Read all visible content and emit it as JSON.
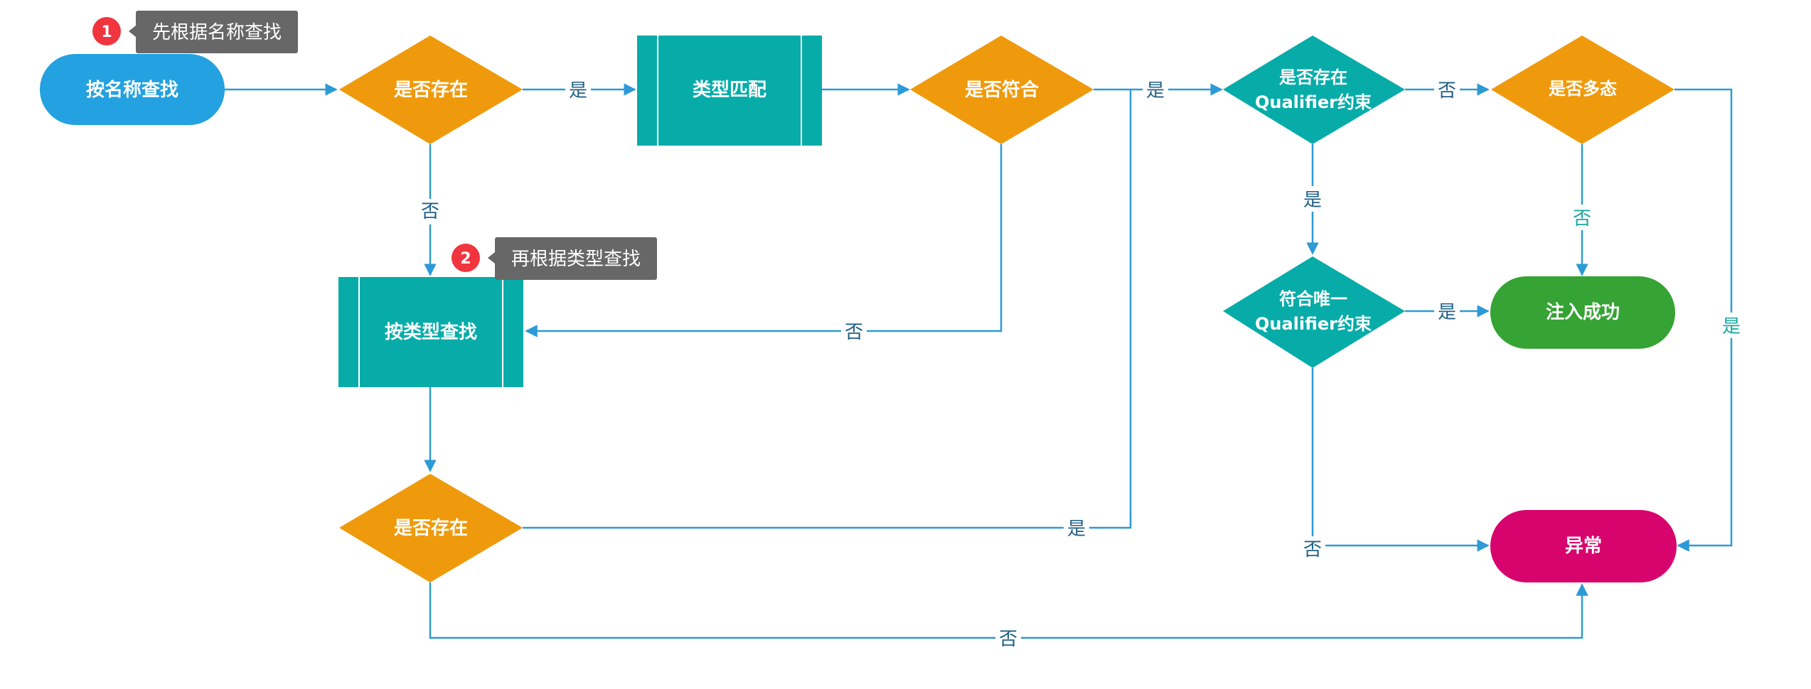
{
  "colors": {
    "blue_terminal": "#23a1e0",
    "orange_decision": "#ef9a0c",
    "teal": "#07aca9",
    "green_success": "#36a335",
    "magenta_error": "#d8046d",
    "edge": "#2c9ad6",
    "tooltip_bg": "#676767",
    "badge_red": "#f0353f"
  },
  "nodes": {
    "start": "按名称查找",
    "exists1": "是否存在",
    "type_match": "类型匹配",
    "matches": "是否符合",
    "has_qualifier_line1": "是否存在",
    "has_qualifier_line2": "Qualifier约束",
    "polymorphic": "是否多态",
    "find_by_type": "按类型查找",
    "unique_qualifier_line1": "符合唯一",
    "unique_qualifier_line2": "Qualifier约束",
    "success": "注入成功",
    "exists2": "是否存在",
    "error": "异常"
  },
  "edge_labels": {
    "exists1_yes": "是",
    "exists1_no": "否",
    "matches_yes": "是",
    "matches_no": "否",
    "qualifier_no": "否",
    "qualifier_yes": "是",
    "poly_no": "否",
    "poly_yes": "是",
    "unique_yes": "是",
    "unique_no": "否",
    "exists2_yes": "是",
    "exists2_no": "否"
  },
  "annotations": [
    {
      "number": "1",
      "text": "先根据名称查找"
    },
    {
      "number": "2",
      "text": "再根据类型查找"
    }
  ]
}
